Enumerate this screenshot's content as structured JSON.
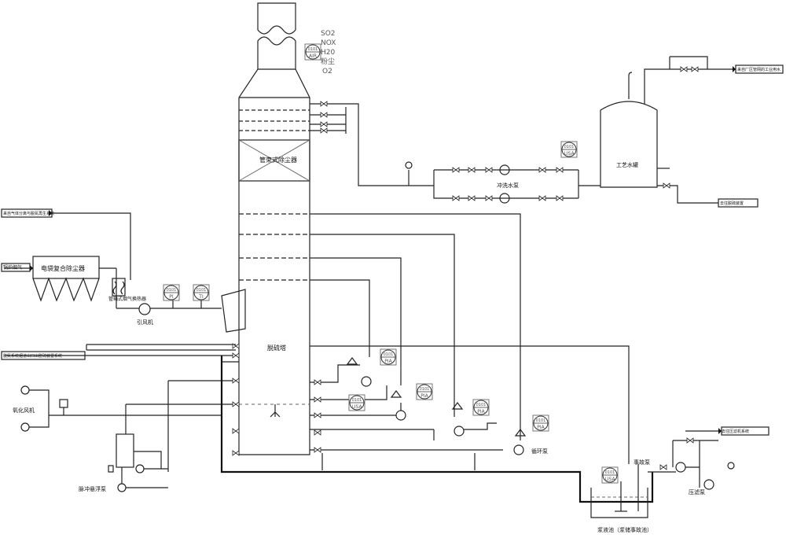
{
  "stack": {
    "gases": [
      "SO2",
      "NOX",
      "H20",
      "粉尘",
      "O2"
    ]
  },
  "instruments": {
    "cems": {
      "tag": "0101",
      "code": "AIR"
    },
    "p_fan": {
      "tag": "0101",
      "code": "PI"
    },
    "t_fan": {
      "tag": "0101",
      "code": "TI"
    },
    "lisa_tank": {
      "tag": "0101",
      "code": "LISA"
    },
    "pia1": {
      "tag": "0101",
      "code": "PIA"
    },
    "lisa_tower": {
      "tag": "0101",
      "code": "LISA"
    },
    "pia2": {
      "tag": "0101",
      "code": "PIA"
    },
    "pia3": {
      "tag": "0101",
      "code": "PIA"
    },
    "pia4": {
      "tag": "0101",
      "code": "PIA"
    },
    "lisa_pit": {
      "tag": "0101",
      "code": "LISA"
    }
  },
  "labels": {
    "wet_esp": "管束式除尘器",
    "absorber": "脱硫塔",
    "bag_filter": "电袋复合除尘器",
    "boiler_flue": "锅炉烟气",
    "top_source": "来自气体分离与脱氮再生系统",
    "left_source": "脱氮系统烟道出口出脱硫装置系统",
    "heat_exchanger": "管箱式烟气换热器",
    "fan": "引风机",
    "oxid_fan": "氧化风机",
    "flush_pump": "冲洗水泵",
    "pulse_pump": "脉冲悬浮泵",
    "circ_pump": "循环泵",
    "process_tank": "工艺水罐",
    "water_source": "来自厂区管网的工业用水",
    "to_other": "去往脱硫装置",
    "sump_pump": "事故泵",
    "press_pump": "压滤泵",
    "to_filter": "去往压滤机系统",
    "slurry_pit": "浆液池（浆储事故池）"
  }
}
